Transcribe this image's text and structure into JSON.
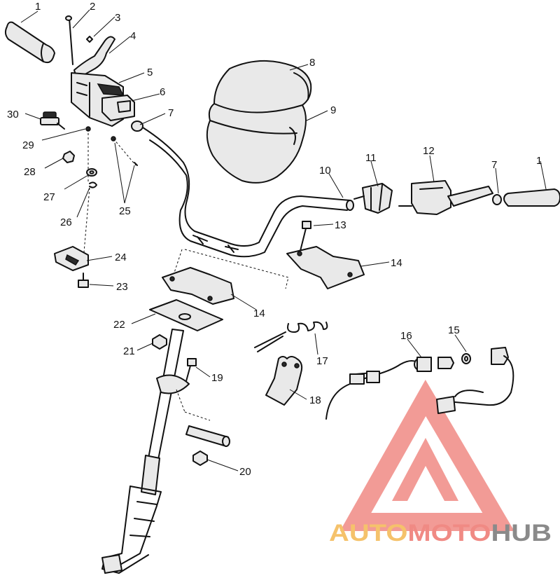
{
  "diagram": {
    "callouts": [
      {
        "id": "c1a",
        "label": "1"
      },
      {
        "id": "c2",
        "label": "2"
      },
      {
        "id": "c3",
        "label": "3"
      },
      {
        "id": "c4",
        "label": "4"
      },
      {
        "id": "c5",
        "label": "5"
      },
      {
        "id": "c6",
        "label": "6"
      },
      {
        "id": "c7a",
        "label": "7"
      },
      {
        "id": "c8",
        "label": "8"
      },
      {
        "id": "c9",
        "label": "9"
      },
      {
        "id": "c10",
        "label": "10"
      },
      {
        "id": "c11",
        "label": "11"
      },
      {
        "id": "c12",
        "label": "12"
      },
      {
        "id": "c7b",
        "label": "7"
      },
      {
        "id": "c1b",
        "label": "1"
      },
      {
        "id": "c13",
        "label": "13"
      },
      {
        "id": "c14a",
        "label": "14"
      },
      {
        "id": "c14b",
        "label": "14"
      },
      {
        "id": "c15",
        "label": "15"
      },
      {
        "id": "c16",
        "label": "16"
      },
      {
        "id": "c17",
        "label": "17"
      },
      {
        "id": "c18",
        "label": "18"
      },
      {
        "id": "c19",
        "label": "19"
      },
      {
        "id": "c20",
        "label": "20"
      },
      {
        "id": "c21",
        "label": "21"
      },
      {
        "id": "c22",
        "label": "22"
      },
      {
        "id": "c23",
        "label": "23"
      },
      {
        "id": "c24",
        "label": "24"
      },
      {
        "id": "c25",
        "label": "25"
      },
      {
        "id": "c26",
        "label": "26"
      },
      {
        "id": "c27",
        "label": "27"
      },
      {
        "id": "c28",
        "label": "28"
      },
      {
        "id": "c29",
        "label": "29"
      },
      {
        "id": "c30",
        "label": "30"
      }
    ]
  },
  "watermark": {
    "part1": "AUTO",
    "part2": "MOTO",
    "part3": "HUB",
    "colors": {
      "part1": "#f5c26b",
      "part2": "#f08a84",
      "part3": "#8a8a8a",
      "logo": "#f08a84"
    }
  }
}
